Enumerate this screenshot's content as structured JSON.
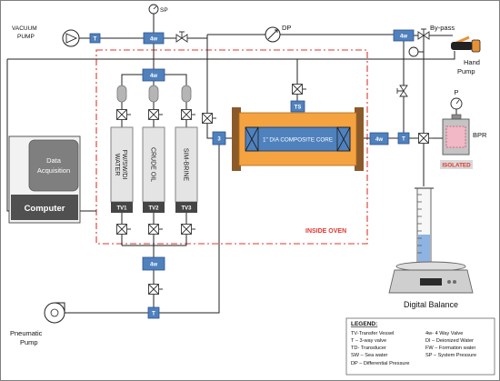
{
  "gauges": {
    "sp": "SP",
    "dp": "DP",
    "p": "P"
  },
  "pumps": {
    "vacuum": [
      "VACUUM",
      "PUMP"
    ],
    "hand": [
      "Hand",
      "Pump"
    ],
    "pneumatic": [
      "Pneumatic",
      "Pump"
    ]
  },
  "valves": {
    "three_way": "T",
    "four_way": "4w",
    "inlet": "3"
  },
  "transducer": "TS",
  "bypass": "By-pass",
  "core": "1\" DIA COMPOSITE CORE",
  "bpr": {
    "label": "BPR",
    "status": "ISOLATED"
  },
  "data_acquisition": [
    "Data",
    "Acquisition"
  ],
  "computer": "Computer",
  "vessels": [
    {
      "contents": [
        "FW/SW/DI",
        "WATER"
      ],
      "tag": "TV1"
    },
    {
      "contents": [
        "CRUDE OIL"
      ],
      "tag": "TV2"
    },
    {
      "contents": [
        "SIM-BRINE"
      ],
      "tag": "TV3"
    }
  ],
  "oven_label": "INSIDE OVEN",
  "balance": "Digital Balance",
  "legend": {
    "title": "LEGEND:",
    "left": [
      "TV-Transfer Vessel",
      "T – 3-way valve",
      "TD- Transducer",
      "SW – Sea water",
      "DP – Differential Pressure"
    ],
    "right": [
      "4w- 4 Way Valve",
      "DI – Deionized Water",
      "FW – Formation water",
      "SP – System Pressure"
    ]
  },
  "colors": {
    "valve": "#4f81bd",
    "oven": "#e0362c",
    "core_sleeve": "#f4a340",
    "core_flange": "#8b5a2b",
    "core_inner": "#4f81bd",
    "isolated": "#e0362c",
    "liquid": "#8fb4e3"
  }
}
